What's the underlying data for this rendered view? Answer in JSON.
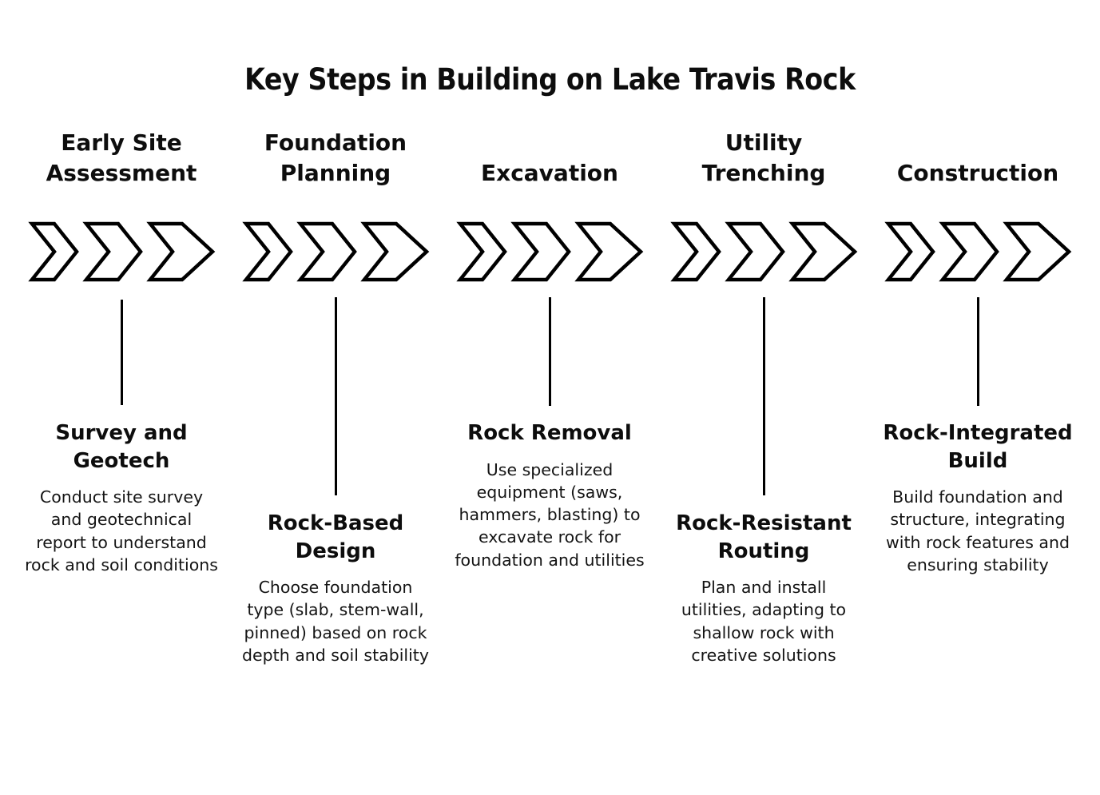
{
  "title": "Key Steps in Building on Lake Travis Rock",
  "colors": {
    "ink": "#0d0d0d",
    "background": "#ffffff",
    "line": "#000000"
  },
  "columns": [
    {
      "header": "Early Site\nAssessment",
      "header_line1": "Early Site",
      "header_line2": "Assessment",
      "icon": "triple-chevron-right-icon",
      "connector": "short",
      "body_title": "Survey and Geotech",
      "body_text": "Conduct site survey and geotechnical report to understand rock and soil conditions"
    },
    {
      "header": "Foundation\nPlanning",
      "header_line1": "Foundation",
      "header_line2": "Planning",
      "icon": "triple-chevron-right-icon",
      "connector": "long",
      "body_title": "Rock-Based Design",
      "body_text": "Choose foundation type (slab, stem-wall, pinned) based on rock depth and soil stability"
    },
    {
      "header": "Excavation",
      "header_line1": "Excavation",
      "header_line2": "",
      "icon": "triple-chevron-right-icon",
      "connector": "short",
      "body_title": "Rock Removal",
      "body_text": "Use specialized equipment (saws, hammers, blasting) to excavate rock for foundation and utilities"
    },
    {
      "header": "Utility\nTrenching",
      "header_line1": "Utility",
      "header_line2": "Trenching",
      "icon": "triple-chevron-right-icon",
      "connector": "long",
      "body_title": "Rock-Resistant Routing",
      "body_text": "Plan and install utilities, adapting to shallow rock with creative solutions"
    },
    {
      "header": "Construction",
      "header_line1": "Construction",
      "header_line2": "",
      "icon": "triple-chevron-right-icon",
      "connector": "short",
      "body_title": "Rock-Integrated Build",
      "body_text": "Build foundation and structure, integrating with rock features and ensuring stability"
    }
  ]
}
